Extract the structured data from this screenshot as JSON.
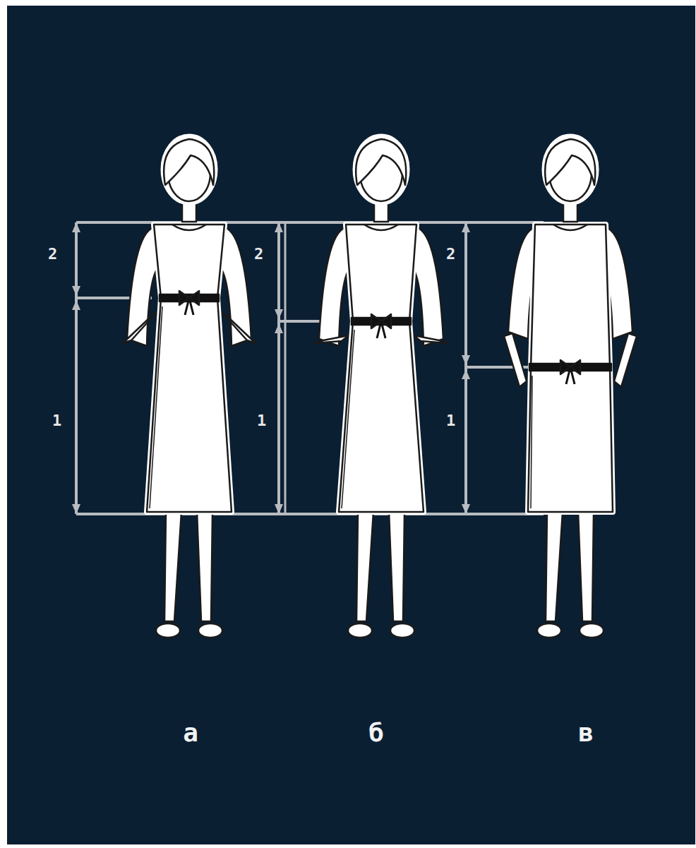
{
  "diagram": {
    "labels": [
      "2",
      "2",
      "2",
      "1",
      "1",
      "1",
      "а",
      "б",
      "в"
    ]
  }
}
